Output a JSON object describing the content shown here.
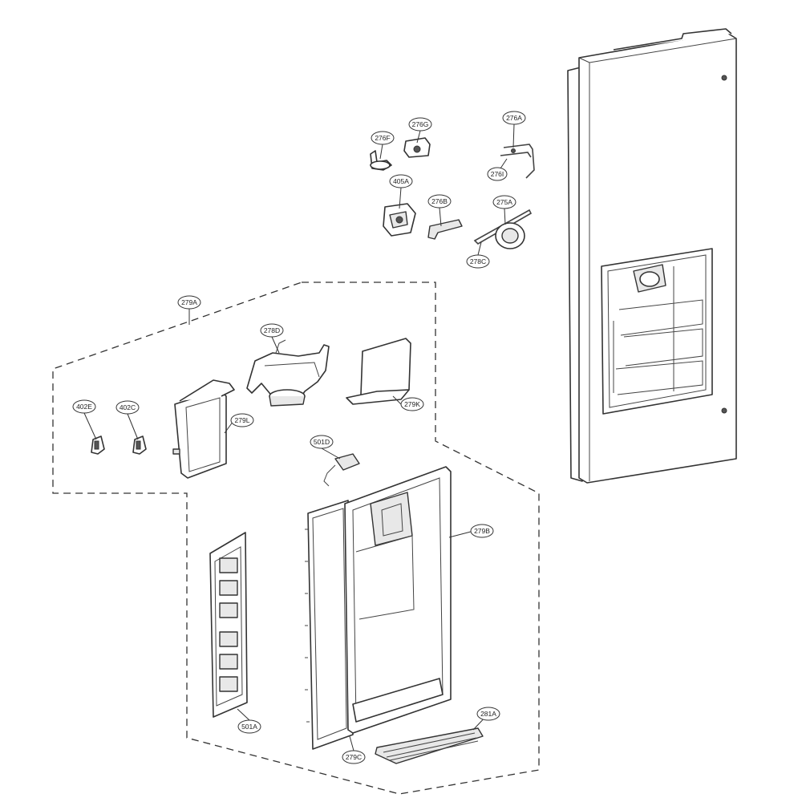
{
  "diagram": {
    "callouts": {
      "c276F": "276F",
      "c276G": "276G",
      "c276A": "276A",
      "c276I": "276I",
      "c405A": "405A",
      "c276B": "276B",
      "c275A": "275A",
      "c278C": "278C",
      "c279A": "279A",
      "c278D": "278D",
      "c279K": "279K",
      "c402E": "402E",
      "c402C": "402C",
      "c279L": "279L",
      "c501D": "501D",
      "c279B": "279B",
      "c501A": "501A",
      "c281A": "281A",
      "c279C": "279C"
    }
  }
}
